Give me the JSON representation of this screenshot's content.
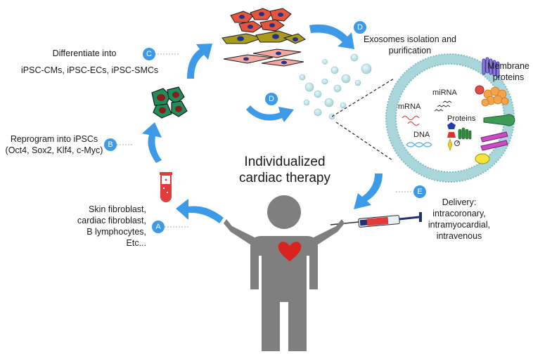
{
  "title": {
    "line1": "Individualized",
    "line2": "cardiac therapy"
  },
  "steps": {
    "A": {
      "badge": "A",
      "lines": [
        "Skin fibroblast,",
        "cardiac fibroblast,",
        "B lymphocytes,",
        "Etc..."
      ]
    },
    "B": {
      "badge": "B",
      "lines": [
        "Reprogram into iPSCs",
        "(Oct4, Sox2, Klf4, c-Myc)"
      ]
    },
    "C": {
      "badge": "C",
      "lines": [
        "Differentiate into",
        "iPSC-CMs, iPSC-ECs, iPSC-SMCs"
      ]
    },
    "D_top": {
      "badge": "D",
      "lines": [
        "Exosomes isolation and",
        "purification"
      ]
    },
    "D_mid": {
      "badge": "D"
    },
    "E": {
      "badge": "E",
      "lines": [
        "Delivery:",
        "intracoronary,",
        "intramyocardial,",
        "intravenous"
      ]
    }
  },
  "exosome_labels": {
    "mirna": "miRNA",
    "mrna": "mRNA",
    "dna": "DNA",
    "proteins": "Proteins",
    "membrane": [
      "Membrane",
      "proteins"
    ]
  },
  "colors": {
    "arrow": "#3d9ae8",
    "badge": "#3d9ae8",
    "person": "#7f7f7f",
    "heart": "#d9231e",
    "membrane": "#a8d6db"
  }
}
